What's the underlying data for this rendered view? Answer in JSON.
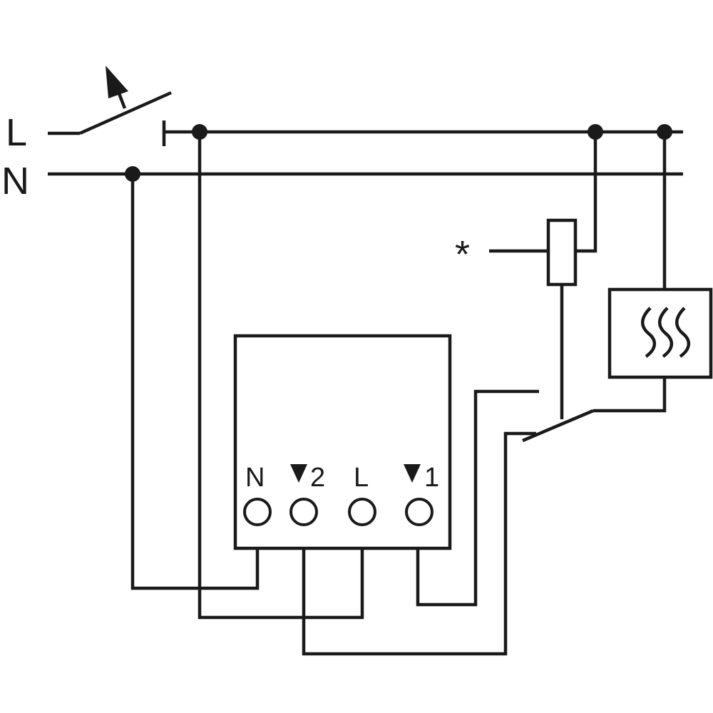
{
  "supply": {
    "line_label": "L",
    "neutral_label": "N"
  },
  "relay": {
    "note_label": "*"
  },
  "device": {
    "terminals": [
      {
        "label": "N"
      },
      {
        "label": "2",
        "has_triangle": true
      },
      {
        "label": "L"
      },
      {
        "label": "1",
        "has_triangle": true
      }
    ]
  },
  "heater": {
    "icon": "heat-waves-icon"
  }
}
